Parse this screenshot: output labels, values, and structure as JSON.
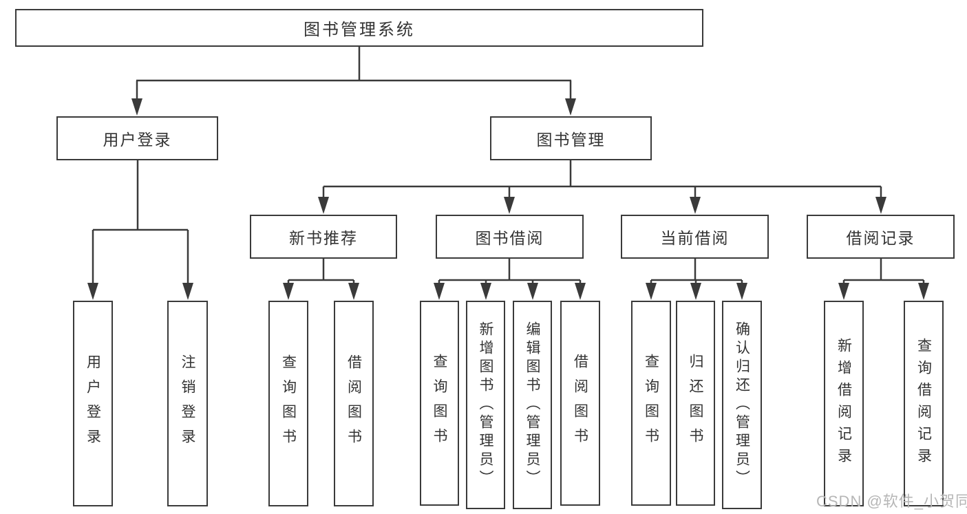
{
  "root": {
    "label": "图书管理系统"
  },
  "branches": {
    "login": {
      "label": "用户登录",
      "children": [
        "用户登录",
        "注销登录"
      ]
    },
    "mgmt": {
      "label": "图书管理",
      "children": [
        {
          "label": "新书推荐",
          "children": [
            "查询图书",
            "借阅图书"
          ]
        },
        {
          "label": "图书借阅",
          "children": [
            "查询图书",
            "新增图书（管理员）",
            "编辑图书（管理员）",
            "借阅图书"
          ]
        },
        {
          "label": "当前借阅",
          "children": [
            "查询图书",
            "归还图书",
            "确认归还（管理员）"
          ]
        },
        {
          "label": "借阅记录",
          "children": [
            "新增借阅记录",
            "查询借阅记录"
          ]
        }
      ]
    }
  },
  "watermark": {
    "text": "CSDN @软件_小贺同学",
    "color": "#b6b6b6"
  },
  "colors": {
    "line": "#3a3a3a",
    "box_background": "#ffffff",
    "text": "#333333"
  }
}
